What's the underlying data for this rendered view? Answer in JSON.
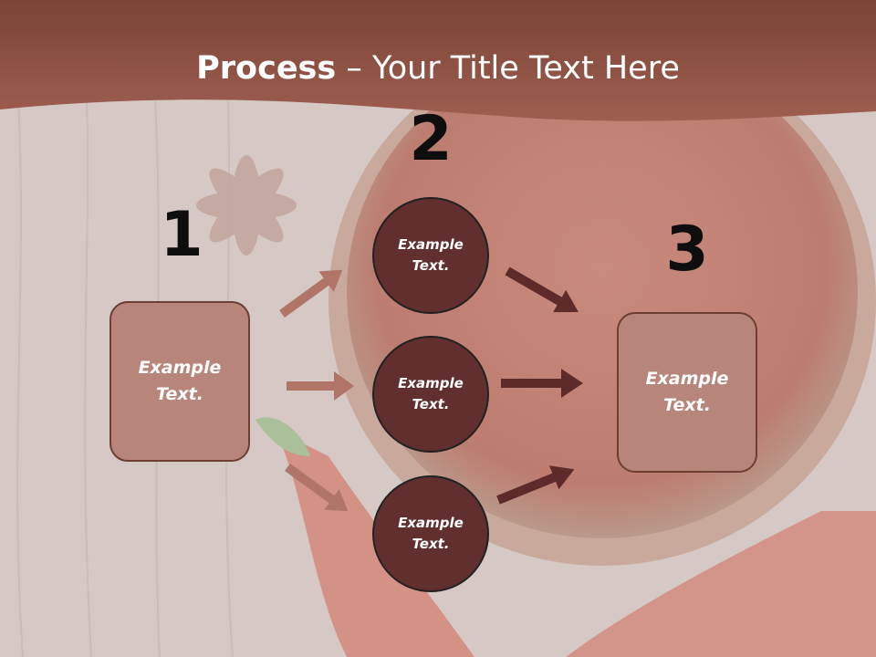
{
  "title": {
    "bold": "Process",
    "rest": " – Your Title Text Here"
  },
  "steps": {
    "one": "1",
    "two": "2",
    "three": "3"
  },
  "left_box": {
    "line1": "Example",
    "line2": "Text."
  },
  "circles": [
    {
      "line1": "Example",
      "line2": "Text."
    },
    {
      "line1": "Example",
      "line2": "Text."
    },
    {
      "line1": "Example",
      "line2": "Text."
    }
  ],
  "right_box": {
    "line1": "Example",
    "line2": "Text."
  },
  "colors": {
    "header": "#8e4a3c",
    "box_fill": "#b8857a",
    "circle_fill": "#622f2f",
    "arrow_light": "#b07566",
    "arrow_dark": "#5e2a2a"
  }
}
